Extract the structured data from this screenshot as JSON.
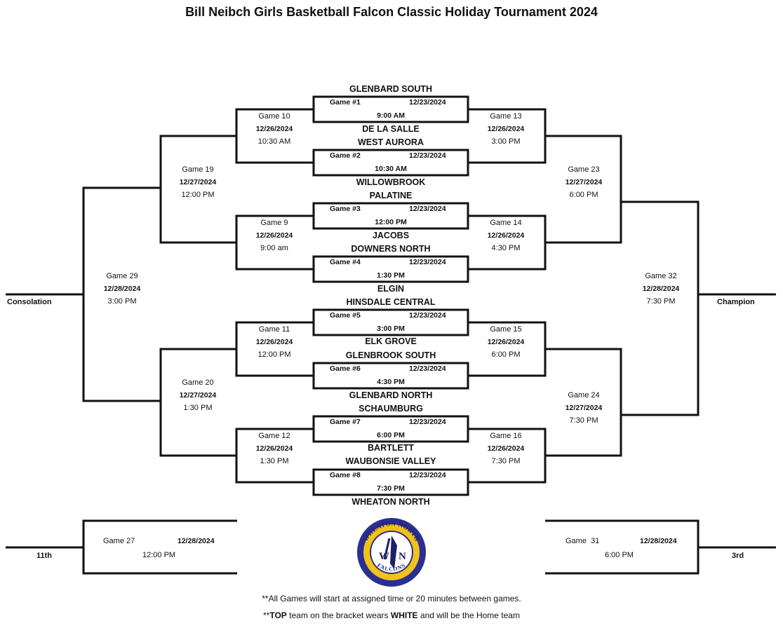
{
  "title": "Bill Neibch Girls Basketball Falcon Classic Holiday Tournament 2024",
  "first_round": [
    {
      "game": "Game #1",
      "date": "12/23/2024",
      "time": "9:00 AM",
      "top": "GLENBARD SOUTH",
      "bottom": "DE LA SALLE"
    },
    {
      "game": "Game #2",
      "date": "12/23/2024",
      "time": "10:30 AM",
      "top": "WEST AURORA",
      "bottom": "WILLOWBROOK"
    },
    {
      "game": "Game #3",
      "date": "12/23/2024",
      "time": "12:00 PM",
      "top": "PALATINE",
      "bottom": "JACOBS"
    },
    {
      "game": "Game #4",
      "date": "12/23/2024",
      "time": "1:30 PM",
      "top": "DOWNERS NORTH",
      "bottom": "ELGIN"
    },
    {
      "game": "Game #5",
      "date": "12/23/2024",
      "time": "3:00 PM",
      "top": "HINSDALE CENTRAL",
      "bottom": "ELK GROVE"
    },
    {
      "game": "Game #6",
      "date": "12/23/2024",
      "time": "4:30 PM",
      "top": "GLENBROOK SOUTH",
      "bottom": "GLENBARD NORTH"
    },
    {
      "game": "Game #7",
      "date": "12/23/2024",
      "time": "6:00 PM",
      "top": "SCHAUMBURG",
      "bottom": "BARTLETT"
    },
    {
      "game": "Game #8",
      "date": "12/23/2024",
      "time": "7:30 PM",
      "top": "WAUBONSIE VALLEY",
      "bottom": "WHEATON NORTH"
    }
  ],
  "left_round2": [
    {
      "game": "Game 10",
      "date": "12/26/2024",
      "time": "10:30 AM"
    },
    {
      "game": "Game 9",
      "date": "12/26/2024",
      "time": "9:00 am"
    },
    {
      "game": "Game 11",
      "date": "12/26/2024",
      "time": "12:00 PM"
    },
    {
      "game": "Game 12",
      "date": "12/26/2024",
      "time": "1:30 PM"
    }
  ],
  "right_round2": [
    {
      "game": "Game 13",
      "date": "12/26/2024",
      "time": "3:00 PM"
    },
    {
      "game": "Game 14",
      "date": "12/26/2024",
      "time": "4:30 PM"
    },
    {
      "game": "Game 15",
      "date": "12/26/2024",
      "time": "6:00 PM"
    },
    {
      "game": "Game 16",
      "date": "12/26/2024",
      "time": "7:30 PM"
    }
  ],
  "left_round3": [
    {
      "game": "Game 19",
      "date": "12/27/2024",
      "time": "12:00 PM"
    },
    {
      "game": "Game 20",
      "date": "12/27/2024",
      "time": "1:30 PM"
    }
  ],
  "right_round3": [
    {
      "game": "Game 23",
      "date": "12/27/2024",
      "time": "6:00 PM"
    },
    {
      "game": "Game 24",
      "date": "12/27/2024",
      "time": "7:30 PM"
    }
  ],
  "consolation_final": {
    "game": "Game 29",
    "date": "12/28/2024",
    "time": "3:00 PM",
    "label": "Consolation"
  },
  "championship_final": {
    "game": "Game 32",
    "date": "12/28/2024",
    "time": "7:30 PM",
    "label": "Champion"
  },
  "eleventh_place": {
    "game": "Game 27",
    "date": "12/28/2024",
    "time": "12:00 PM",
    "label": "11th"
  },
  "third_place": {
    "game": "Game  31",
    "date": "12/28/2024",
    "time": "6:00 PM",
    "label": "3rd"
  },
  "logo": {
    "text_top": "WHEATON NORTH",
    "text_bottom": "FALCONS",
    "left_letter": "W",
    "right_letter": "N",
    "ring_color": "#2b2f8f",
    "fill_color": "#f2c21a"
  },
  "notes": {
    "line1": "**All Games will start at assigned time or 20 minutes between games.",
    "line2_prefix": "**",
    "line2_bold1": "TOP",
    "line2_mid": " team on the bracket wears ",
    "line2_bold2": "WHITE",
    "line2_suffix": " and will be the Home team"
  }
}
